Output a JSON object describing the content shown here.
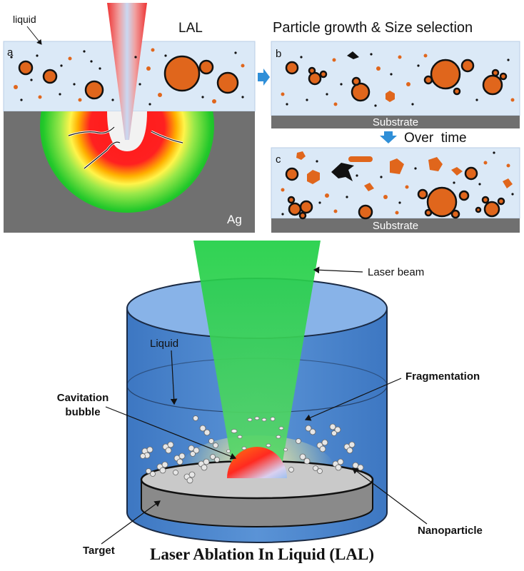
{
  "top_left": {
    "liquid_label": "liquid",
    "title": "LAL",
    "panel_a_letter": "a",
    "metal_label": "Ag"
  },
  "top_right": {
    "title": "Particle growth & Size selection",
    "panel_b_letter": "b",
    "panel_c_letter": "c",
    "substrate_label": "Substrate",
    "over_time_label": "Over  time"
  },
  "bottom": {
    "laser_beam_label": "Laser beam",
    "liquid_label": "Liquid",
    "fragmentation_label": "Fragmentation",
    "cavitation_line1": "Cavitation",
    "cavitation_line2": "bubble",
    "nanoparticle_label": "Nanoparticle",
    "target_label": "Target"
  },
  "caption": "Laser Ablation In Liquid (LAL)",
  "colors": {
    "liquid": "#dbe9f7",
    "particle": "#e0661c",
    "metal": "#707070",
    "laser_green": "#2ecf56",
    "beaker_blue": "#4f88cf",
    "arrow_blue": "#2f8fd8"
  }
}
